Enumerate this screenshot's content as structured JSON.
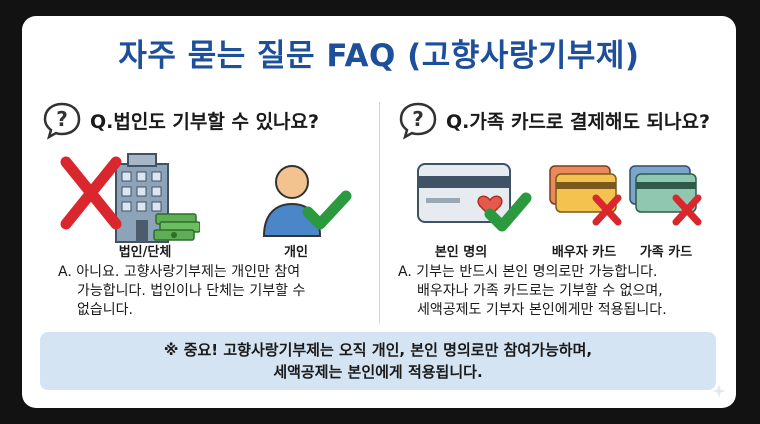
{
  "title": "자주 묻는 질문 FAQ (고향사랑기부제)",
  "left": {
    "question": "Q.법인도 기부할 수 있나요?",
    "label_corporate": "법인/단체",
    "label_individual": "개인",
    "answer_line1": "A. 아니요. 고향사랑기부제는 개인만 참여",
    "answer_line2": "가능합니다. 법인이나 단체는 기부할 수",
    "answer_line3": "없습니다."
  },
  "right": {
    "question": "Q.가족 카드로 결제해도 되나요?",
    "label_own": "본인 명의",
    "label_spouse": "배우자 카드",
    "label_family": "가족 카드",
    "answer_line1": "A. 기부는 반드시 본인 명의로만 가능합니다.",
    "answer_line2": "배우자나 가족 카드로는 기부할 수 없으며,",
    "answer_line3": "세액공제도 기부자 본인에게만 적용됩니다."
  },
  "notice": {
    "line1": "※ 중요! 고향사랑기부제는 오직 개인, 본인 명의로만 참여가능하며,",
    "line2": "세액공제는 본인에게 적용됩니다."
  },
  "colors": {
    "title": "#1d4f9a",
    "cross": "#d9272d",
    "check": "#2b9a3e",
    "notice_bg": "#d5e4f3"
  },
  "icons": [
    "question-bubble-icon",
    "building-icon",
    "money-icon",
    "person-icon",
    "credit-card-icon",
    "heart-icon",
    "check-icon",
    "cross-icon"
  ]
}
